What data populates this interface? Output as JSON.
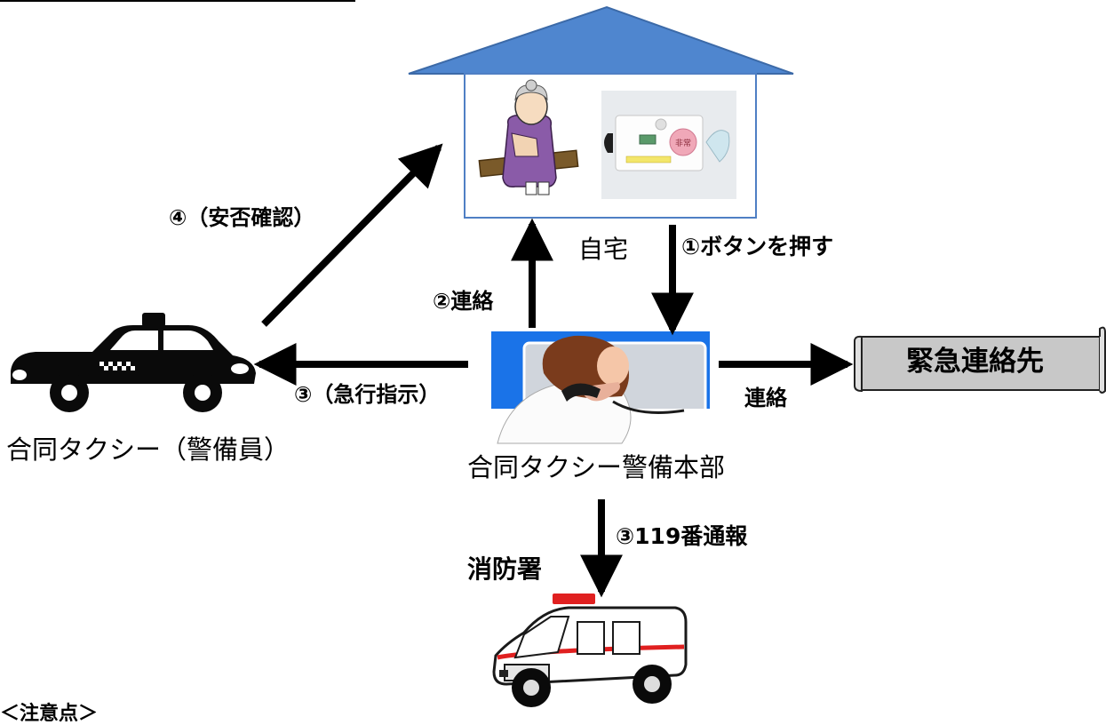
{
  "labels": {
    "home": "自宅",
    "step1": "①ボタンを押す",
    "step2": "②連絡",
    "step3a": "③（急行指示）",
    "step3b": "③119番通報",
    "step4": "④（安否確認）",
    "contact": "連絡",
    "emergency_contact": "緊急連絡先",
    "hq": "合同タクシー警備本部",
    "taxi": "合同タクシー（警備員）",
    "fire_station": "消防署",
    "notes_heading": "＜注意点＞"
  },
  "colors": {
    "roof": "#4f86cf",
    "roof_stroke": "#3c6aa8",
    "house_border": "#4f7fc4",
    "hq_bg": "#1a73e8",
    "arrow": "#000000",
    "scroll_fill": "#c8c8c8"
  }
}
